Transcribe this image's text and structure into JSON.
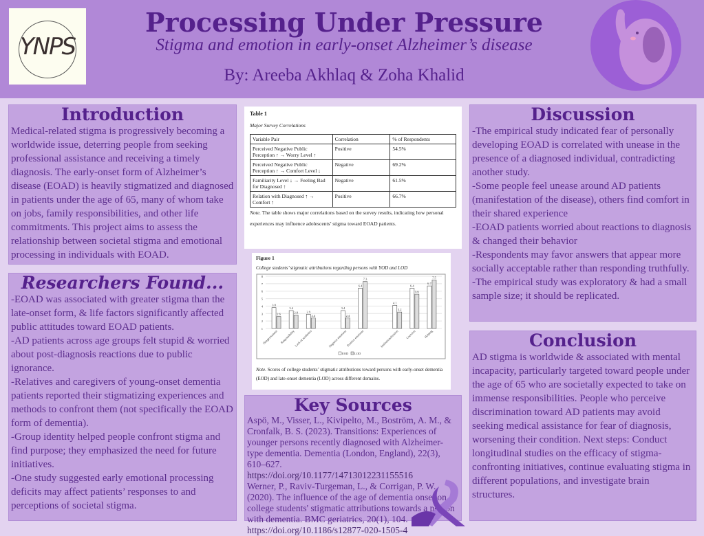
{
  "header": {
    "logo_text": "YNPS",
    "title": "Processing Under Pressure",
    "subtitle": "Stigma and emotion in early-onset Alzheimer’s disease",
    "authors": "By: Areeba Akhlaq & Zoha Khalid"
  },
  "introduction": {
    "heading": "Introduction",
    "body": "Medical-related stigma is progressively becoming a worldwide issue, deterring people from seeking professional assistance and receiving a timely diagnosis. The early-onset form of Alzheimer’s disease (EOAD) is heavily stigmatized and diagnosed in patients under the age of 65, many of whom take on jobs, family responsibilities, and other life commitments. This project aims to assess the relationship between societal stigma and emotional processing in individuals with EOAD."
  },
  "researchers": {
    "heading": "Researchers Found...",
    "body": "-EOAD was associated with greater stigma than the late-onset form, & life factors significantly affected public attitudes toward EOAD patients.\n-AD patients across age groups felt stupid & worried about post-diagnosis reactions due to public ignorance.\n-Relatives and caregivers of young-onset dementia patients reported their stigmatizing experiences and methods to confront them (not specifically the EOAD form of dementia).\n-Group identity helped people confront stigma and find purpose; they emphasized the need for future initiatives.\n-One study suggested early emotional processing deficits may affect patients’ responses to and perceptions of societal stigma."
  },
  "table": {
    "label": "Table 1",
    "title": "Major Survey Correlations",
    "headers": [
      "Variable Pair",
      "Correlation",
      "% of Respondents"
    ],
    "rows": [
      [
        "Perceived Negative Public Perception ↑ → Worry Level ↑",
        "Positive",
        "54.5%"
      ],
      [
        "Perceived Negative Public Perception ↑ → Comfort Level ↓",
        "Negative",
        "69.2%"
      ],
      [
        "Familiarity Level ↓ → Feeling Bad for Diagnosed ↑",
        "Negative",
        "61.5%"
      ],
      [
        "Relation with Diagnosed ↑ → Comfort ↑",
        "Positive",
        "66.7%"
      ]
    ],
    "note_label": "Note.",
    "note": " The table shows major correlations based on the survey results, indicating how personal experiences may influence adolescents’ stigma toward EOAD patients."
  },
  "figure": {
    "label": "Figure 1",
    "title": "College students’ stigmatic attributions regarding persons with YOD and LOD",
    "note_label": "Note.",
    "note": " Scores of college students’ stigmatic attributions toward persons with early-onset dementia (EOD) and late-onset dementia (LOD) across different domains."
  },
  "chart_data": {
    "type": "bar",
    "title": "College students’ stigmatic attributions regarding persons with YOD and LOD",
    "categories": [
      "Dangerousness",
      "Responsibility",
      "Lack of aesthetics",
      "Negative emotions",
      "Positive emotions",
      "Institutionalization",
      "Coercion",
      "Helping"
    ],
    "series": [
      {
        "name": "EOD",
        "values": [
          3.8,
          3.4,
          2.9,
          3.4,
          6.4,
          4.1,
          6.4,
          6.7
        ],
        "color": "#ffffff"
      },
      {
        "name": "LOD",
        "values": [
          2.6,
          2.8,
          2.4,
          2.4,
          7.3,
          3.2,
          5.6,
          7.5
        ],
        "color": "#dddddd"
      }
    ],
    "ylim": [
      1,
      8
    ],
    "yticks": [
      "1",
      "2",
      "3",
      "4",
      "5",
      "6",
      "7",
      "8"
    ],
    "legend": "bottom-center",
    "grid": true
  },
  "sources": {
    "heading": "Key Sources",
    "ref1": "Aspö, M., Visser, L., Kivipelto, M., Boström, A. M., & Cronfalk, B. S. (2023). Transitions: Experiences of younger persons recently diagnosed with Alzheimer-type dementia. Dementia (London, England), 22(3), 610–627.",
    "link1": "https://doi.org/10.1177/14713012231155516",
    "ref2": "Werner, P., Raviv-Turgeman, L., & Corrigan, P. W. (2020). The influence of the age of dementia onset on college students' stigmatic attributions towards a person with dementia. BMC geriatrics, 20(1), 104.",
    "link2": "https://doi.org/10.1186/s12877-020-1505-4"
  },
  "discussion": {
    "heading": "Discussion",
    "body": "-The empirical study indicated fear of personally developing EOAD is correlated with unease in the presence of a diagnosed individual, contradicting another study.\n-Some people feel unease around AD patients (manifestation of the disease), others find comfort in their shared experience\n-EOAD patients worried about reactions to diagnosis & changed their behavior\n-Respondents may favor answers that appear more socially acceptable rather than responding truthfully.\n-The empirical study was exploratory & had a small sample size; it should be replicated."
  },
  "conclusion": {
    "heading": "Conclusion",
    "body": "AD stigma is worldwide & associated with mental incapacity, particularly targeted toward people under the age of 65 who are societally expected to take on immense responsibilities. People who perceive discrimination toward AD patients may avoid seeking medical assistance for fear of diagnosis, worsening their condition. Next steps: Conduct longitudinal studies on the efficacy of stigma-confronting initiatives, continue evaluating stigma in different populations, and investigate brain structures."
  }
}
